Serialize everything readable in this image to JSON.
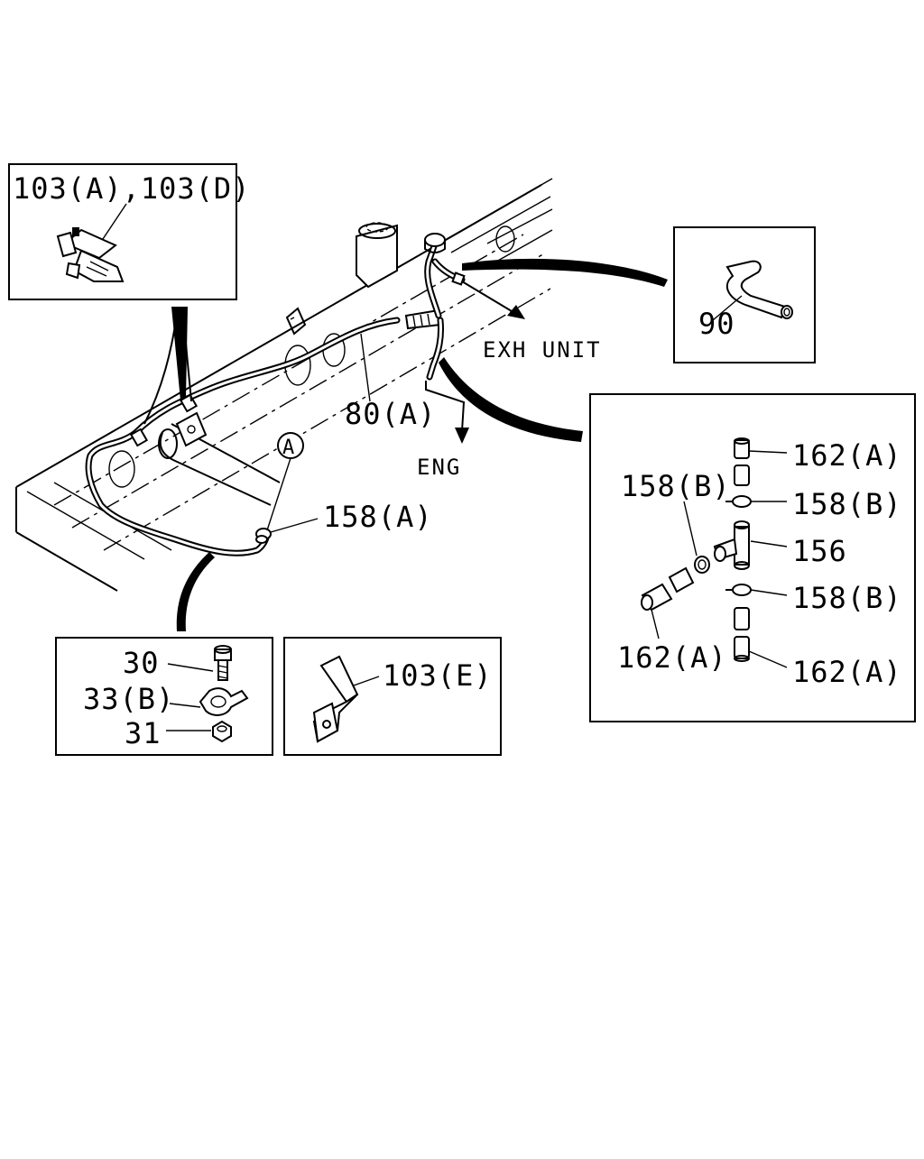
{
  "diagram": {
    "callouts": {
      "clip_top_left": "103(A),103(D)",
      "elbow_hose": "90",
      "main_pipe": "80(A)",
      "exh_unit": "EXH UNIT",
      "eng": "ENG",
      "ref_marker": "A",
      "clamp_main": "158(A)",
      "bolt": "30",
      "clip_b": "33(B)",
      "nut": "31",
      "bracket_e": "103(E)",
      "joint_158b_left": "158(B)",
      "hose_162a_top": "162(A)",
      "clamp_158b_top": "158(B)",
      "tee_156": "156",
      "clamp_158b_bottom": "158(B)",
      "hose_162a_left": "162(A)",
      "hose_162a_bottom": "162(A)"
    }
  }
}
